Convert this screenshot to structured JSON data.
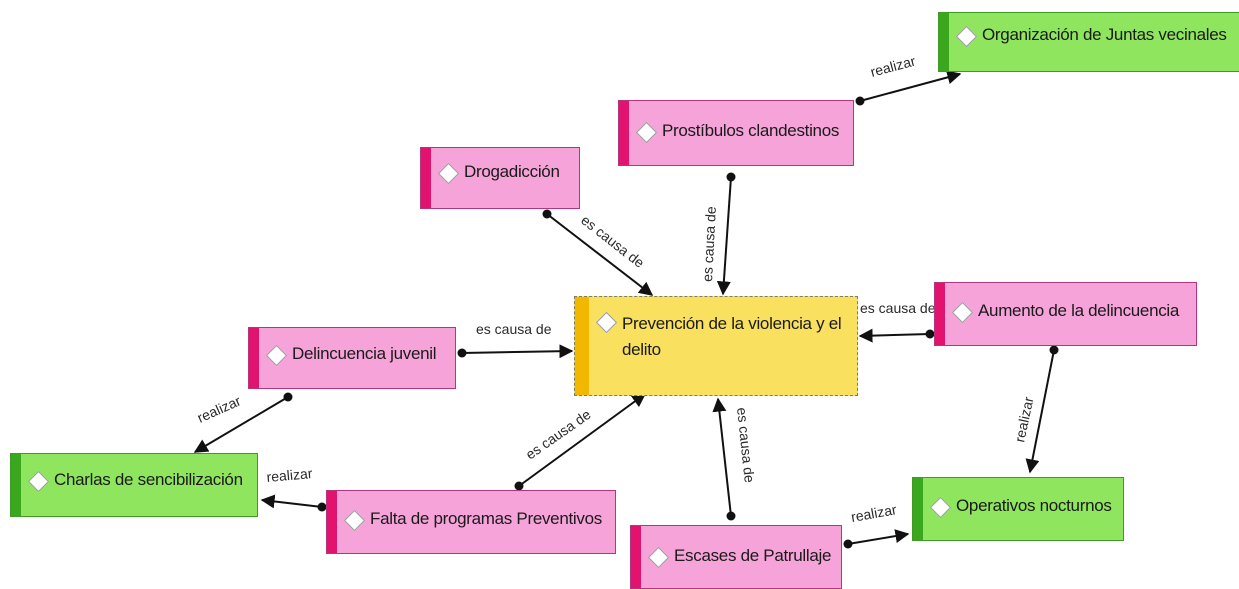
{
  "nodes": {
    "organizacion": "Organización de Juntas vecinales",
    "prostibulos": "Prostíbulos clandestinos",
    "drogadiccion": "Drogadicción",
    "aumento": "Aumento de la delincuencia",
    "prevencion": "Prevención de la violencia y el delito",
    "delincuencia_juvenil": "Delincuencia juvenil",
    "charlas": "Charlas de sencibilización",
    "falta": "Falta de programas Preventivos",
    "operativos": "Operativos nocturnos",
    "escases": "Escases de Patrullaje"
  },
  "links": {
    "prostibulos_organizacion": "realizar",
    "prostibulos_prevencion": "es causa de",
    "drogadiccion_prevencion": "es causa de",
    "aumento_prevencion": "es causa de",
    "juvenil_prevencion": "es causa de",
    "juvenil_charlas": "realizar",
    "falta_charlas": "realizar",
    "falta_prevencion": "es causa de",
    "aumento_operativos": "realizar",
    "escases_prevencion": "es causa de",
    "escases_operativos": "realizar"
  },
  "colors": {
    "concept_pink": "#f5a3d9",
    "concept_pink_bar": "#e2136e",
    "action_green": "#8fe65e",
    "action_green_bar": "#3aa81e",
    "central_yellow": "#f9e05f",
    "central_yellow_bar": "#f2b800"
  },
  "icons": {
    "node_marker": "diamond-icon"
  }
}
